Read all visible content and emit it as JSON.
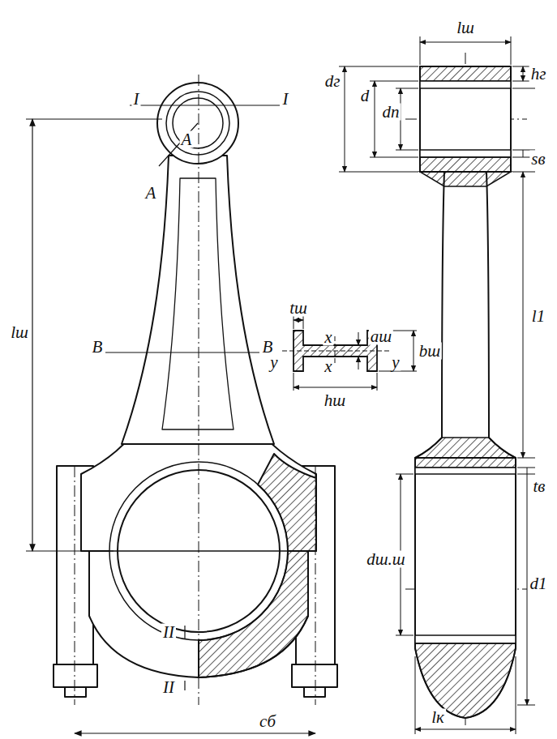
{
  "diagram": {
    "labels": [
      "lш",
      "I",
      "I",
      "dг",
      "d",
      "dп",
      "hг",
      "sв",
      "A",
      "A",
      "lш",
      "tш",
      "aш",
      "В",
      "В",
      "y",
      "x",
      "x",
      "y",
      "bш",
      "hш",
      "l1",
      "tв",
      "d1",
      "dш.ш",
      "II",
      "II",
      "lк",
      "cб"
    ]
  }
}
